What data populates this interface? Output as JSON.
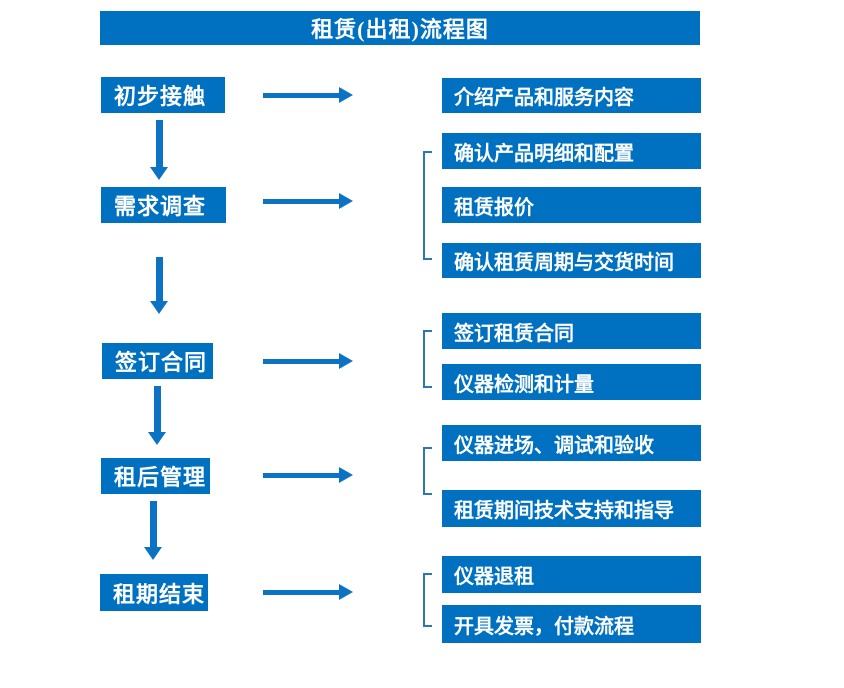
{
  "title": "租赁(出租)流程图",
  "colors": {
    "box_blue": "#0070C0",
    "arrow_blue": "#0C72C4",
    "bracket_blue": "#2E75B6",
    "text": "#FFFFFF",
    "background": "#FFFFFF"
  },
  "stages": [
    {
      "label": "初步接触",
      "details": [
        "介绍产品和服务内容"
      ]
    },
    {
      "label": "需求调查",
      "details": [
        "确认产品明细和配置",
        "租赁报价",
        "确认租赁周期与交货时间"
      ]
    },
    {
      "label": "签订合同",
      "details": [
        "签订租赁合同",
        "仪器检测和计量"
      ]
    },
    {
      "label": "租后管理",
      "details": [
        "仪器进场、调试和验收",
        "租赁期间技术支持和指导"
      ]
    },
    {
      "label": "租期结束",
      "details": [
        "仪器退租",
        "开具发票，付款流程"
      ]
    }
  ]
}
